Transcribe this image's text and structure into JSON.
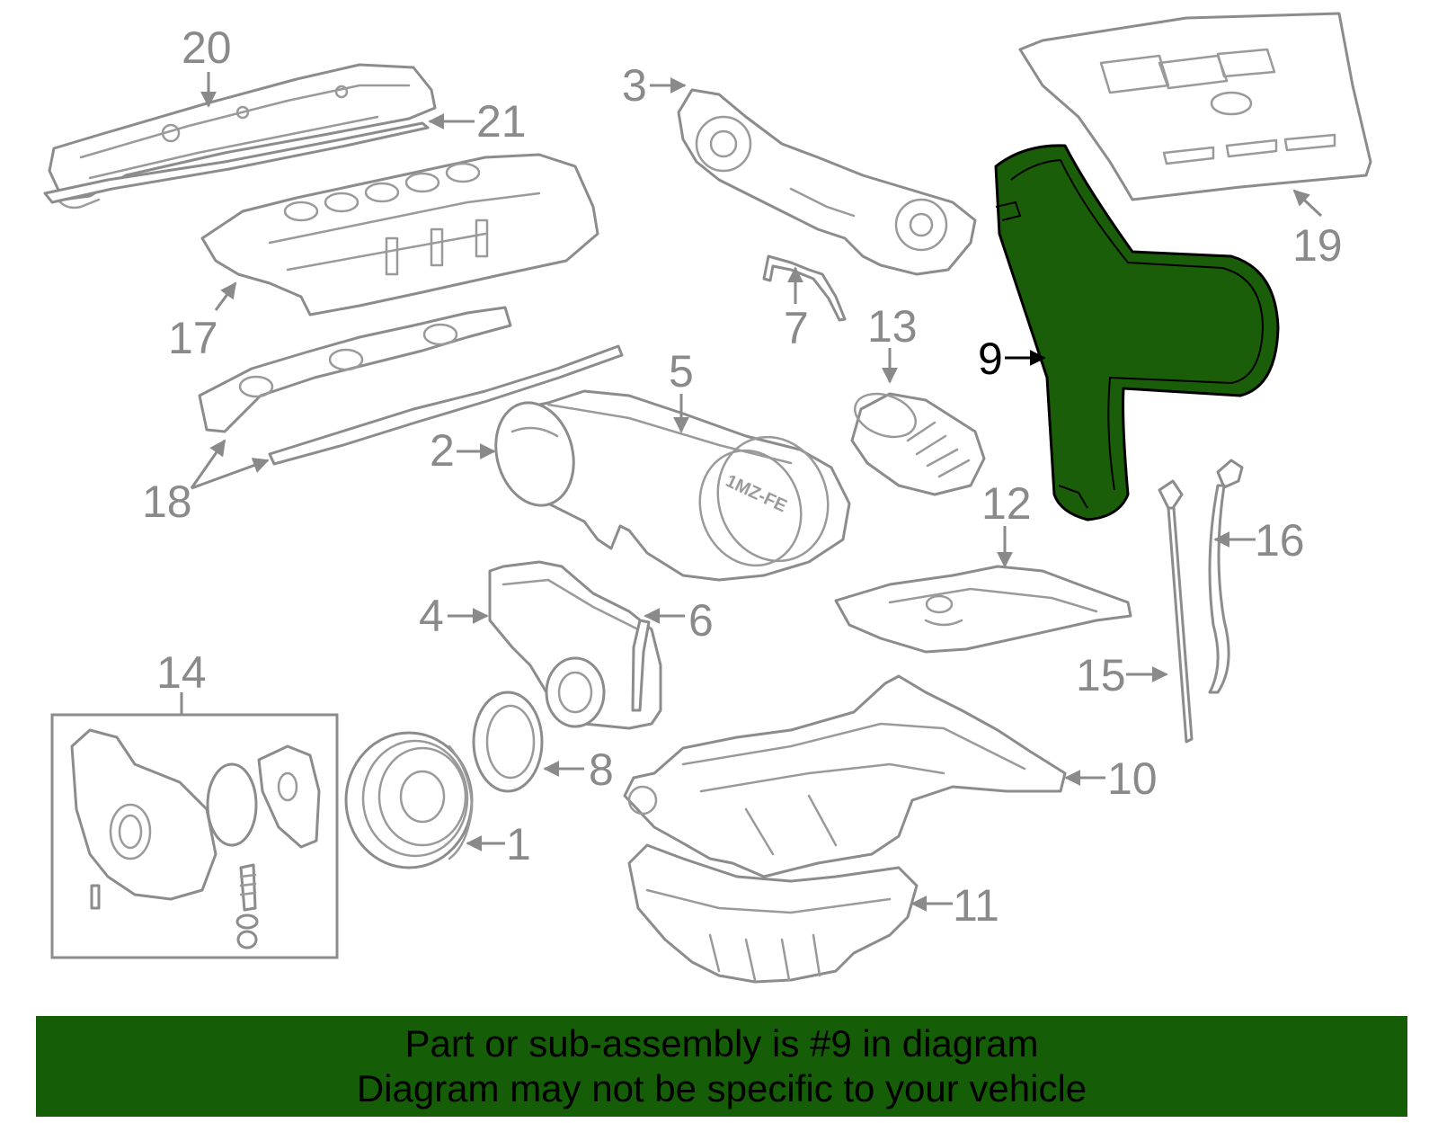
{
  "highlight_color": "#1b5e0a",
  "banner": {
    "background": "#155e07",
    "line1": "Part or sub-assembly is #9 in diagram",
    "line2": "Diagram may not be specific to your vehicle"
  },
  "callouts": {
    "c1": "1",
    "c2": "2",
    "c3": "3",
    "c4": "4",
    "c5": "5",
    "c6": "6",
    "c7": "7",
    "c8": "8",
    "c9": "9",
    "c10": "10",
    "c11": "11",
    "c12": "12",
    "c13": "13",
    "c14": "14",
    "c15": "15",
    "c16": "16",
    "c17": "17",
    "c18": "18",
    "c19": "19",
    "c20": "20",
    "c21": "21"
  },
  "engine_label": "1MZ-FE"
}
